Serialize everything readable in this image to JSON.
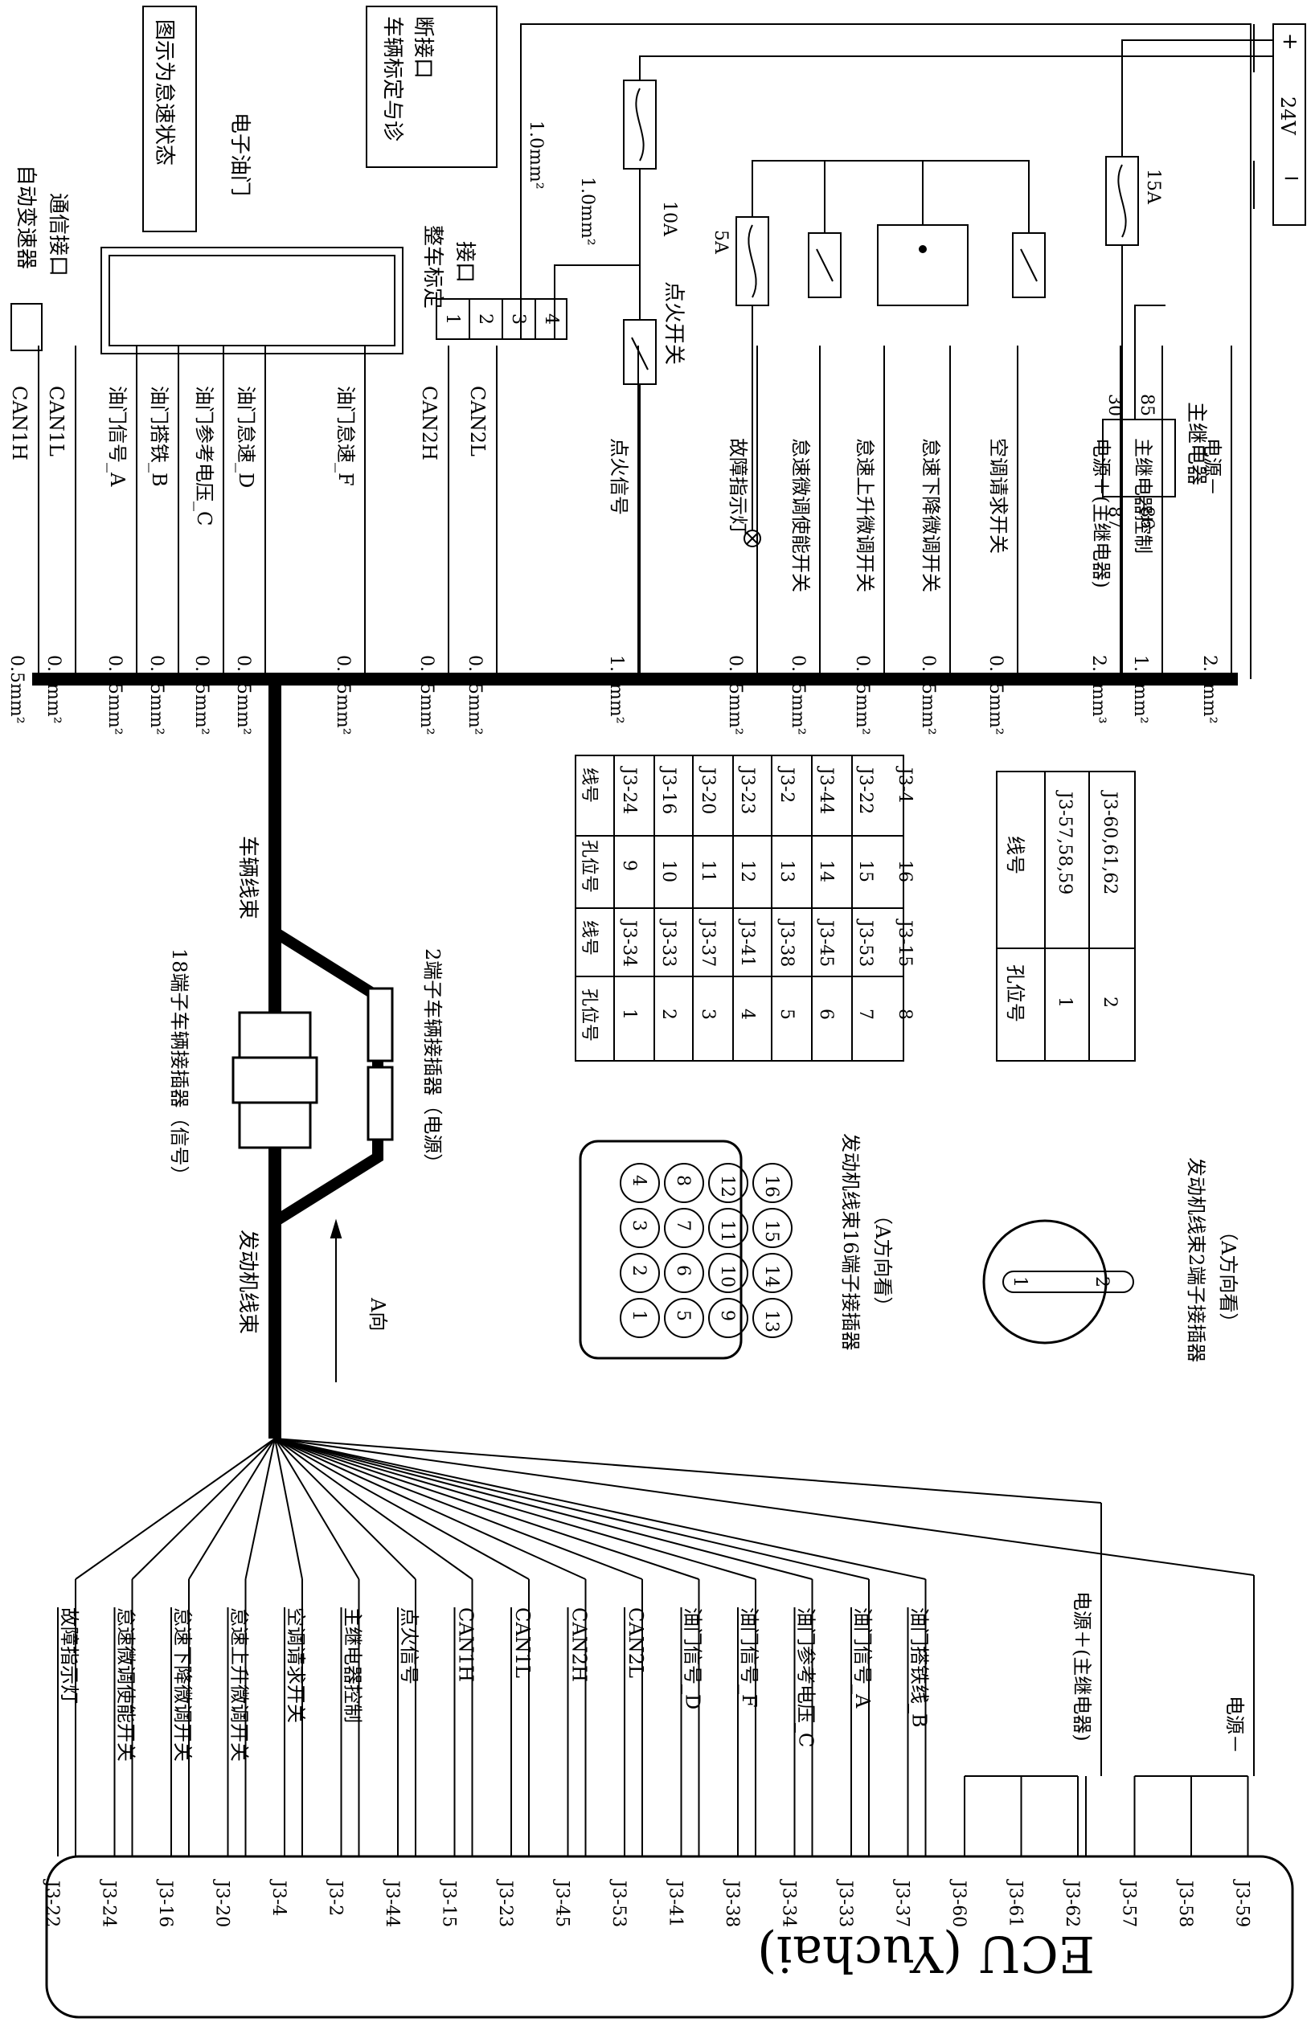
{
  "ecu": {
    "title": "ECU (Yuchai)",
    "pins": [
      "J3-22",
      "J3-24",
      "J3-16",
      "J3-20",
      "J3-4",
      "J3-2",
      "J3-44",
      "J3-15",
      "J3-23",
      "J3-45",
      "J3-53",
      "J3-41",
      "J3-38",
      "J3-34",
      "J3-33",
      "J3-37",
      "J3-60",
      "J3-61",
      "J3-62",
      "J3-57",
      "J3-58",
      "J3-59"
    ],
    "wire_labels": [
      "故障指示灯",
      "怠速微调使能开关",
      "怠速下降微调开关",
      "怠速上升微调开关",
      "空调请求开关",
      "主继电器控制",
      "点火信号",
      "CAN1H",
      "CAN1L",
      "CAN2H",
      "CAN2L",
      "油门信号_D",
      "油门信号_F",
      "油门参考电压_C",
      "油门信号_A",
      "油门搭铁线_B"
    ],
    "power_plus_label": "电源＋(主继电器)",
    "power_minus_label": "电源－"
  },
  "harness": {
    "engine": "发动机线束",
    "vehicle": "车辆线束",
    "connector18": "18端子车辆接插器（信号）",
    "connector2": "2端子车辆接插器（电源）",
    "direction": "A向"
  },
  "conn16": {
    "title": "发动机线束16端子接插器",
    "sub": "（A方向看）",
    "pins": [
      "1",
      "2",
      "3",
      "4",
      "5",
      "6",
      "7",
      "8",
      "9",
      "10",
      "11",
      "12",
      "13",
      "14",
      "15",
      "16"
    ]
  },
  "conn2": {
    "title": "发动机线束2端子接插器",
    "sub": "（A方向看）",
    "pins": [
      "1",
      "2"
    ]
  },
  "table16": {
    "headers": [
      "孔位号",
      "线号"
    ],
    "rows_left": [
      [
        "1",
        "J3-34"
      ],
      [
        "2",
        "J3-33"
      ],
      [
        "3",
        "J3-37"
      ],
      [
        "4",
        "J3-41"
      ],
      [
        "5",
        "J3-38"
      ],
      [
        "6",
        "J3-45"
      ],
      [
        "7",
        "J3-53"
      ],
      [
        "8",
        "J3-15"
      ]
    ],
    "rows_right": [
      [
        "9",
        "J3-24"
      ],
      [
        "10",
        "J3-16"
      ],
      [
        "11",
        "J3-20"
      ],
      [
        "12",
        "J3-23"
      ],
      [
        "13",
        "J3-2"
      ],
      [
        "14",
        "J3-44"
      ],
      [
        "15",
        "J3-22"
      ],
      [
        "16",
        "J3-4"
      ]
    ]
  },
  "table2": {
    "headers": [
      "孔位号",
      "线号"
    ],
    "rows": [
      [
        "1",
        "J3-57,58,59"
      ],
      [
        "2",
        "J3-60,61,62"
      ]
    ]
  },
  "bus": {
    "items": [
      {
        "size": "0.5mm²",
        "name": "CAN1H"
      },
      {
        "size": "0.5mm²",
        "name": "CAN1L"
      },
      {
        "size": "0.75mm²",
        "name": "油门信号_A"
      },
      {
        "size": "0.75mm²",
        "name": "油门搭铁_B"
      },
      {
        "size": "0.75mm²",
        "name": "油门参考电压_C"
      },
      {
        "size": "0.75mm²",
        "name": "油门怠速_D"
      },
      {
        "size": "0.75mm²",
        "name": "油门怠速_F"
      },
      {
        "size": "0.75mm²",
        "name": "CAN2H"
      },
      {
        "size": "0.75mm²",
        "name": "CAN2L"
      },
      {
        "size": "1.0mm²",
        "name": "点火信号"
      },
      {
        "size": "0.75mm²",
        "name": "故障指示灯"
      },
      {
        "size": "0.75mm²",
        "name": "怠速微调使能开关"
      },
      {
        "size": "0.75mm²",
        "name": "怠速上升微调开关"
      },
      {
        "size": "0.75mm²",
        "name": "怠速下降微调开关"
      },
      {
        "size": "0.75mm²",
        "name": "空调请求开关"
      },
      {
        "size": "2.5mm³",
        "name": "电源＋(主继电器)"
      },
      {
        "size": "1.0mm²",
        "name": "主继电器控制"
      },
      {
        "size": "2.5mm²",
        "name": "电源－"
      }
    ]
  },
  "top": {
    "tcu": "自动变速器",
    "tcu2": "通信接口",
    "throttle": "电子油门",
    "idle_state": "图示为怠速状态",
    "vehicle_port_title": "整车标定",
    "vehicle_port_title2": "接口",
    "port_pins": [
      "1",
      "2",
      "3",
      "4"
    ],
    "diag_port": "车辆标定与诊",
    "diag_port2": "断接口",
    "wire1": "1.0mm²",
    "wire2": "1.0mm²",
    "fuse10": "10A",
    "fuse5": "5A",
    "fuse15": "15A",
    "ign_switch": "点火开关",
    "battery": "24V",
    "plus": "+",
    "minus": "−",
    "relay_pins": [
      "30",
      "85",
      "87",
      "86"
    ],
    "relay_name": "主继电器"
  }
}
